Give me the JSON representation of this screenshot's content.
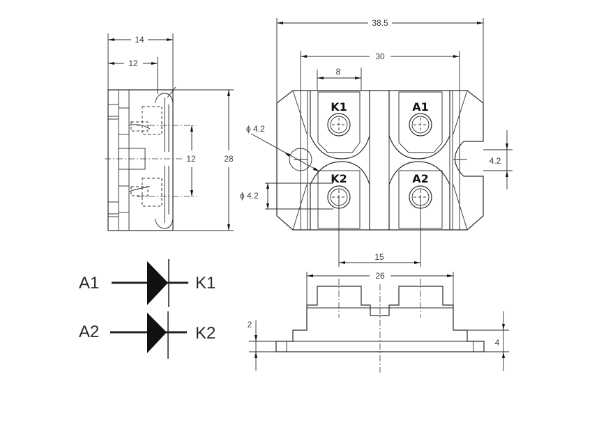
{
  "side_view": {
    "dim_overall_depth": "14",
    "dim_inner_depth": "12",
    "dim_terminal_pitch": "12",
    "dim_height": "28"
  },
  "top_view": {
    "dim_overall_length": "38.5",
    "dim_mount_hole_pitch": "30",
    "dim_terminal_width": "8",
    "dim_terminal_spacing": "15",
    "dim_hole_dia_label": "ϕ 4.2",
    "dim_terminal_hole_dia_label": "ϕ 4.2",
    "dim_slot_width": "4.2",
    "terminals": [
      "K1",
      "A1",
      "K2",
      "A2"
    ]
  },
  "front_view": {
    "dim_base_width": "26",
    "dim_flange_height": "2",
    "dim_step_height": "4"
  },
  "schematic": {
    "diodes": [
      {
        "anode": "A1",
        "cathode": "K1"
      },
      {
        "anode": "A2",
        "cathode": "K2"
      }
    ]
  },
  "colors": {
    "line": "#2a2a2a",
    "text": "#3a3a3a",
    "background": "#ffffff"
  }
}
